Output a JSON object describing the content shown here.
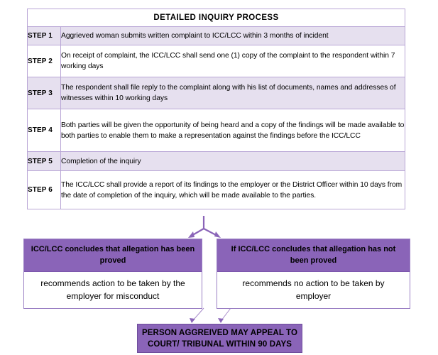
{
  "diagram": {
    "title": "DETAILED INQUIRY PROCESS",
    "accent_purple": "#8A64B8",
    "border_purple": "#B9A6D6",
    "row_shade": "#E6E0EF",
    "table": {
      "rows": [
        {
          "step": "STEP 1",
          "text": "Aggrieved woman submits written complaint to ICC/LCC within 3 months of incident"
        },
        {
          "step": "STEP 2",
          "text": "On receipt of complaint, the ICC/LCC shall send one (1) copy of the complaint to the respondent within 7 working days"
        },
        {
          "step": "STEP 3",
          "text": "The respondent shall file reply to the complaint along with his list of documents, names and addresses of witnesses within 10 working days"
        },
        {
          "step": "STEP 4",
          "text": "Both parties will be given the opportunity of being heard and a copy of the findings will be made available to both parties to enable them to make a representation against the findings before the ICC/LCC"
        },
        {
          "step": "STEP 5",
          "text": "Completion of the inquiry"
        },
        {
          "step": "STEP 6",
          "text": "The ICC/LCC shall provide a report of its findings to the employer or the District Officer within 10 days from the date of completion of the inquiry, which will be made available to the parties."
        }
      ]
    },
    "outcomes": [
      {
        "id": "proved",
        "heading": "ICC/LCC concludes that allegation has been proved",
        "body": "recommends action to be taken by the employer for misconduct"
      },
      {
        "id": "not-proved",
        "heading": "If ICC/LCC concludes that allegation has not been proved",
        "body": "recommends no action to be taken by employer"
      }
    ],
    "final": {
      "line1": "PERSON AGGREIVED MAY APPEAL TO",
      "line2": "COURT/ TRIBUNAL WITHIN 90 DAYS"
    }
  }
}
